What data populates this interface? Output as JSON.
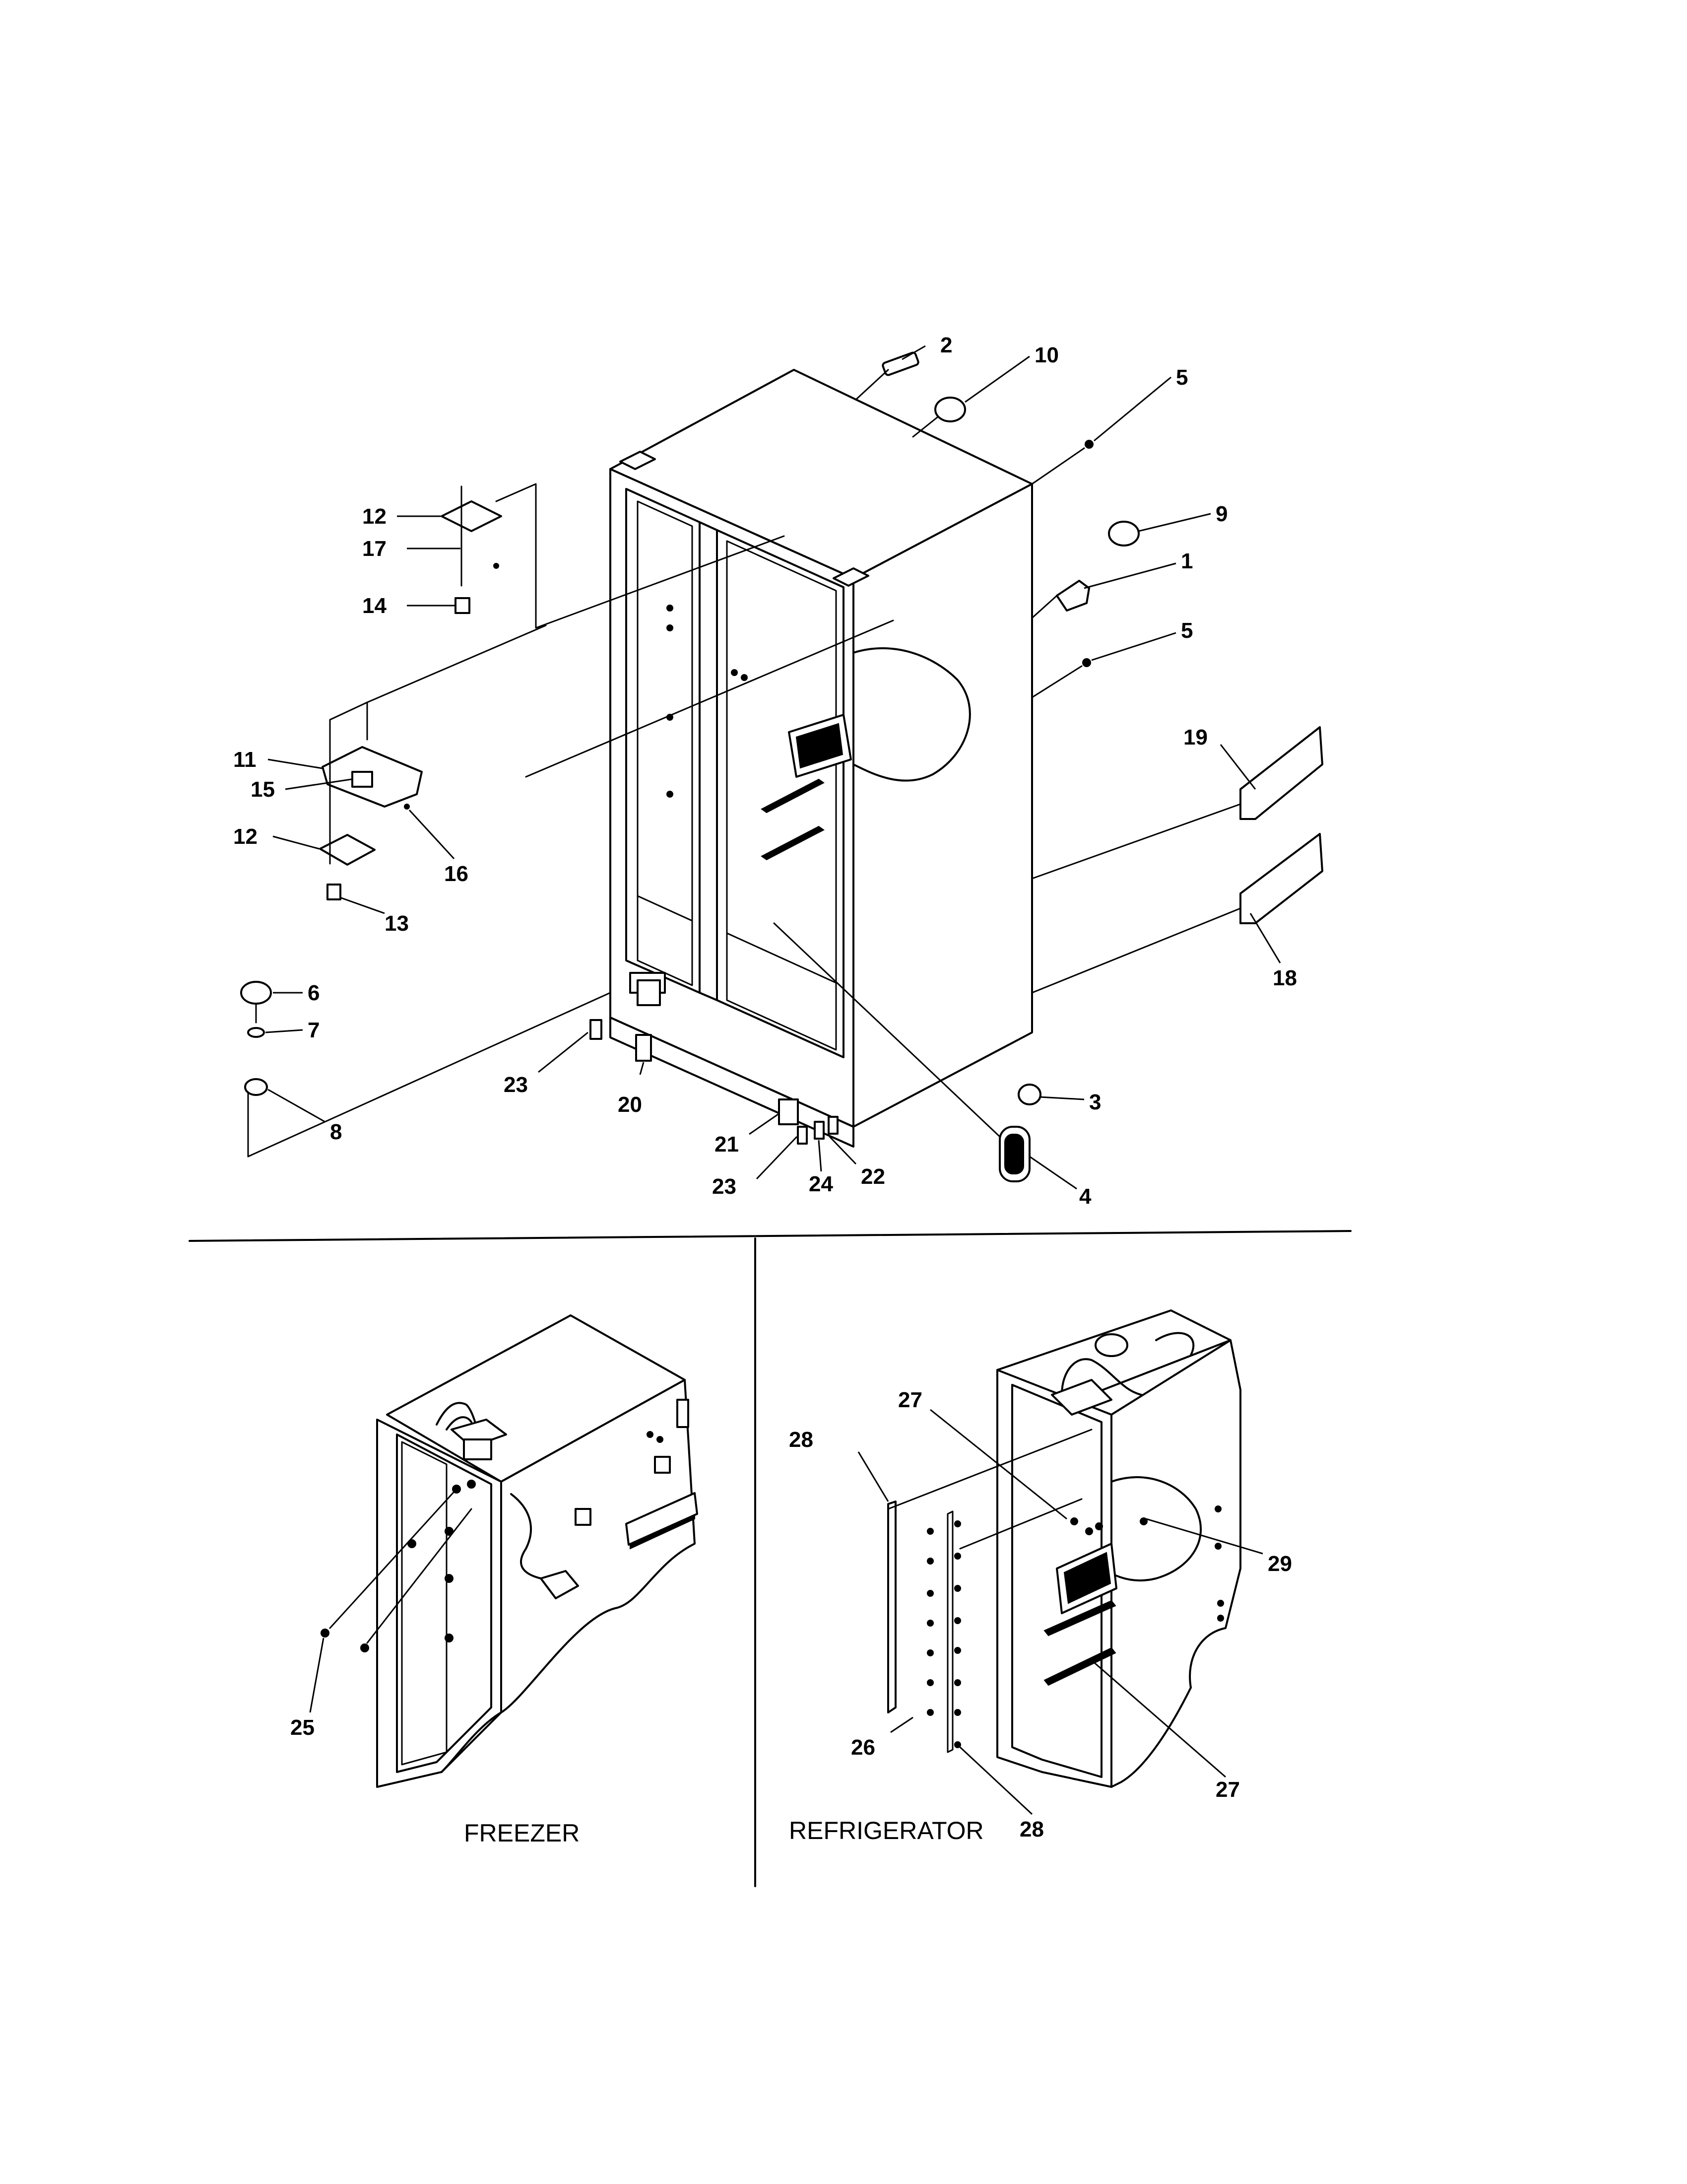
{
  "callouts": [
    {
      "id": "c2",
      "text": "2"
    },
    {
      "id": "c10",
      "text": "10"
    },
    {
      "id": "c5a",
      "text": "5"
    },
    {
      "id": "c9",
      "text": "9"
    },
    {
      "id": "c1",
      "text": "1"
    },
    {
      "id": "c5b",
      "text": "5"
    },
    {
      "id": "c19",
      "text": "19"
    },
    {
      "id": "c18",
      "text": "18"
    },
    {
      "id": "c3",
      "text": "3"
    },
    {
      "id": "c4",
      "text": "4"
    },
    {
      "id": "c12a",
      "text": "12"
    },
    {
      "id": "c17",
      "text": "17"
    },
    {
      "id": "c14",
      "text": "14"
    },
    {
      "id": "c11",
      "text": "11"
    },
    {
      "id": "c15",
      "text": "15"
    },
    {
      "id": "c16",
      "text": "16"
    },
    {
      "id": "c12b",
      "text": "12"
    },
    {
      "id": "c13",
      "text": "13"
    },
    {
      "id": "c6",
      "text": "6"
    },
    {
      "id": "c7",
      "text": "7"
    },
    {
      "id": "c8",
      "text": "8"
    },
    {
      "id": "c23a",
      "text": "23"
    },
    {
      "id": "c20",
      "text": "20"
    },
    {
      "id": "c21",
      "text": "21"
    },
    {
      "id": "c23b",
      "text": "23"
    },
    {
      "id": "c24",
      "text": "24"
    },
    {
      "id": "c22",
      "text": "22"
    },
    {
      "id": "c25",
      "text": "25"
    },
    {
      "id": "c28a",
      "text": "28"
    },
    {
      "id": "c27a",
      "text": "27"
    },
    {
      "id": "c29",
      "text": "29"
    },
    {
      "id": "c26",
      "text": "26"
    },
    {
      "id": "c28b",
      "text": "28"
    },
    {
      "id": "c27b",
      "text": "27"
    }
  ],
  "captions": {
    "freezer": "FREEZER",
    "refrigerator": "REFRIGERATOR"
  }
}
